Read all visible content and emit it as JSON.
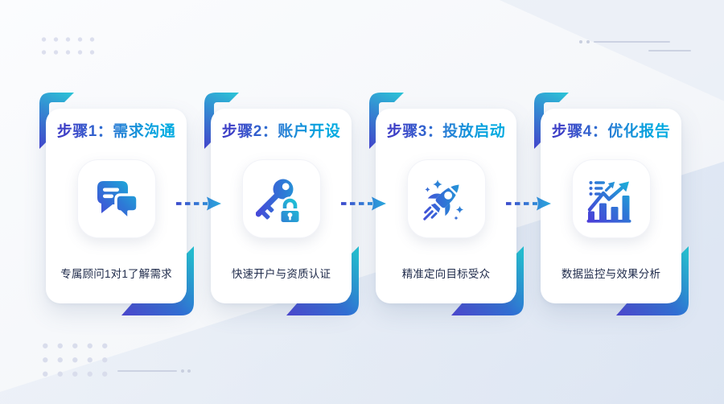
{
  "steps": [
    {
      "title": "步骤1：需求沟通",
      "description": "专属顾问1对1了解需求",
      "icon": "chat-bubbles-icon"
    },
    {
      "title": "步骤2：账户开设",
      "description": "快速开户与资质认证",
      "icon": "key-lock-icon"
    },
    {
      "title": "步骤3：投放启动",
      "description": "精准定向目标受众",
      "icon": "rocket-icon"
    },
    {
      "title": "步骤4：优化报告",
      "description": "数据监控与效果分析",
      "icon": "bar-chart-growth-icon"
    }
  ],
  "flow": {
    "direction": "left-to-right",
    "arrow_count": 3
  },
  "colors": {
    "accent_indigo": "#4b3fd8",
    "accent_cyan": "#17c2da",
    "title_gradient_start": "#3c3ec6",
    "title_gradient_end": "#00a9e0",
    "arrow_blue": "#3c49cc",
    "arrow_cyan": "#2aa8dc",
    "text_dark": "#202c4c",
    "card_background": "#ffffff"
  }
}
